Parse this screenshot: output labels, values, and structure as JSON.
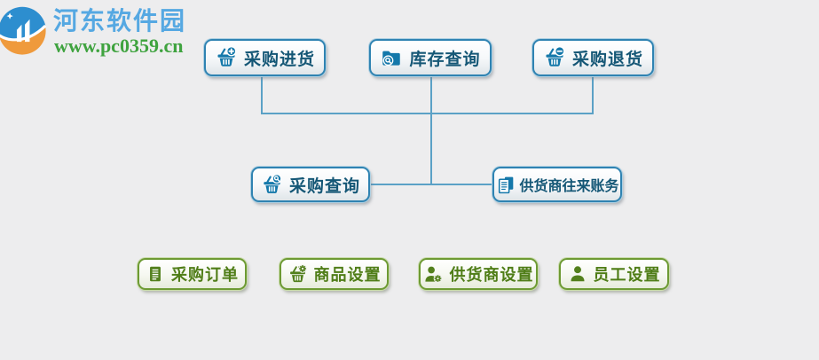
{
  "watermark": {
    "site_name": "河东软件园",
    "site_url": "www.pc0359.cn",
    "logo_icon": "hedong-circle-logo"
  },
  "palette": {
    "background": "#ededee",
    "connector_line": "#5ba1c6",
    "blue_button_border": "#2f83b2",
    "blue_button_text": "#155776",
    "blue_icon": "#1478aa",
    "green_button_border": "#6d9a33",
    "green_button_text": "#4f7d17",
    "green_icon": "#53801d",
    "watermark_name_color": "#55a8e2",
    "watermark_url_color": "#3fa33f",
    "logo_blue": "#2d8ecf",
    "logo_orange": "#ef9a3c"
  },
  "diagram": {
    "top_row": [
      {
        "label": "采购进货",
        "icon": "basket-plus-icon"
      },
      {
        "label": "库存查询",
        "icon": "folder-search-icon"
      },
      {
        "label": "采购退货",
        "icon": "basket-minus-icon"
      }
    ],
    "middle_row": [
      {
        "label": "采购查询",
        "icon": "basket-search-icon"
      },
      {
        "label": "供货商往来账务",
        "icon": "documents-icon"
      }
    ],
    "bottom_row": [
      {
        "label": "采购订单",
        "icon": "document-icon"
      },
      {
        "label": "商品设置",
        "icon": "basket-gear-icon"
      },
      {
        "label": "供货商设置",
        "icon": "user-gear-icon"
      },
      {
        "label": "员工设置",
        "icon": "user-icon"
      }
    ]
  }
}
